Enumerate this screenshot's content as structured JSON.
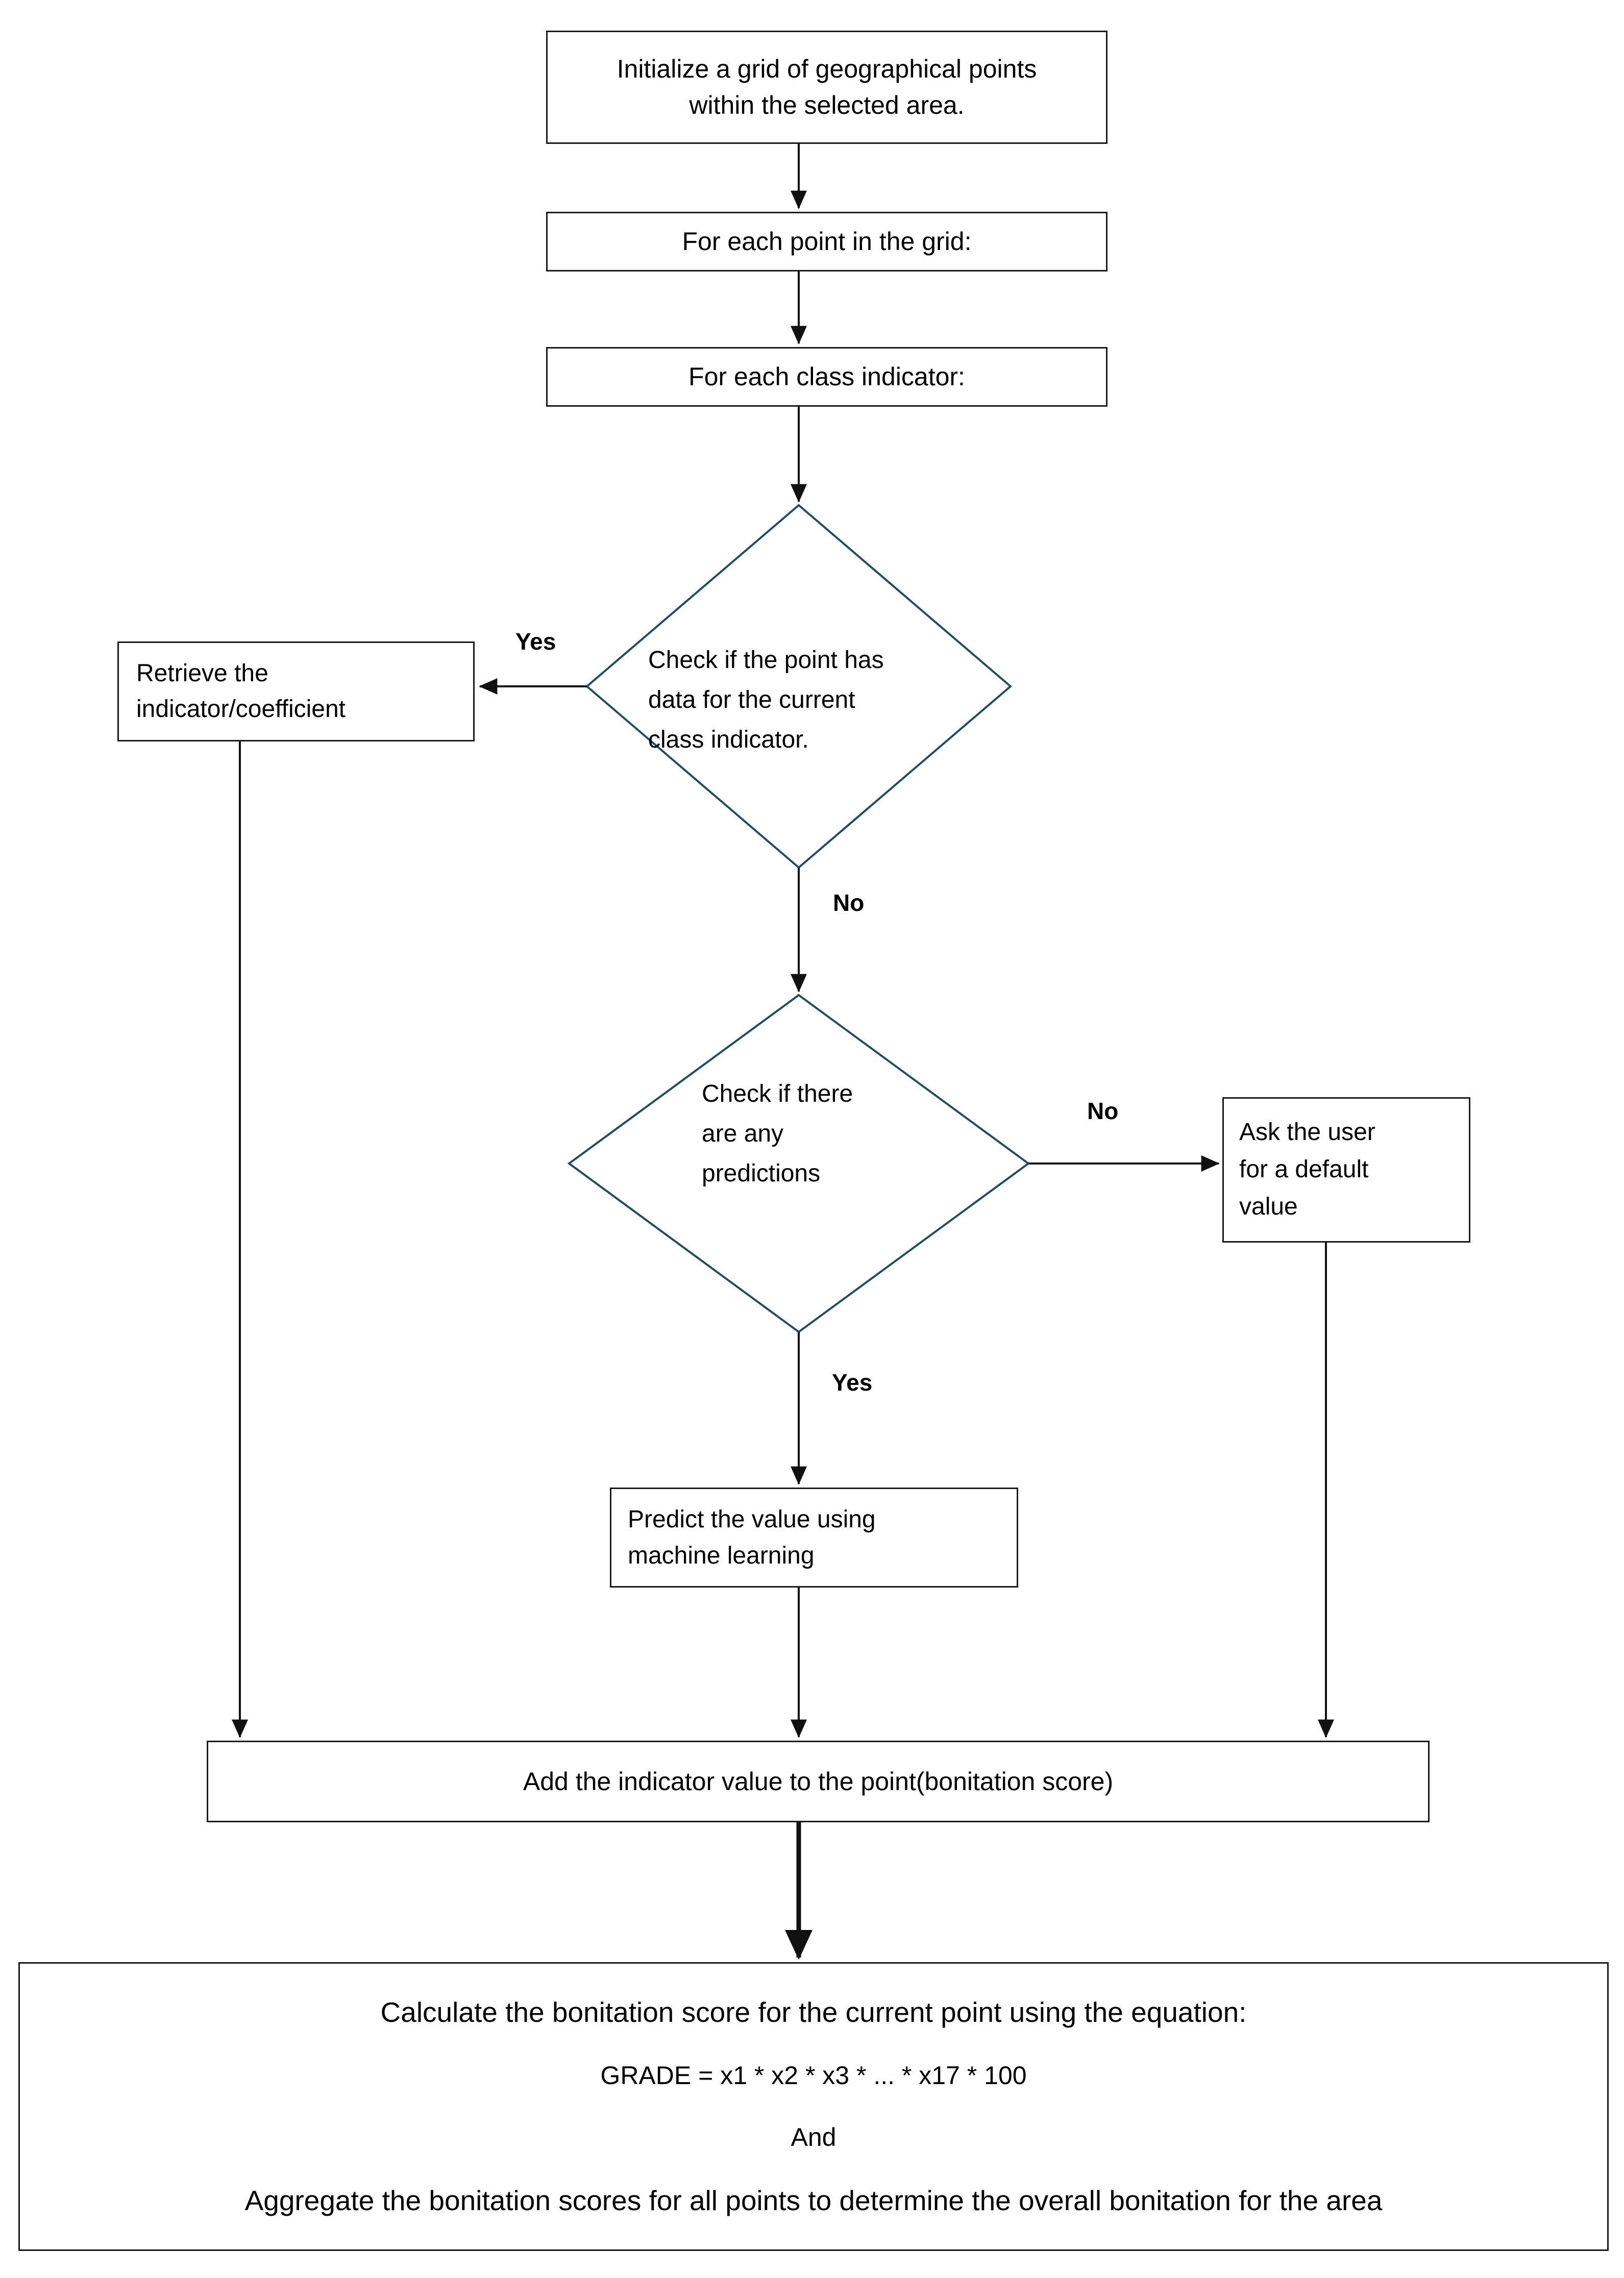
{
  "diagram": {
    "title": "Bonitation score computation flowchart",
    "colors": {
      "box_border": "#1a1a1a",
      "diamond_border": "#1f4e5e",
      "connector": "#111111",
      "background": "#ffffff",
      "text": "#000000"
    }
  },
  "nodes": {
    "initialize": {
      "shape": "process",
      "line1": "Initialize a grid of geographical points",
      "line2": "within the selected area."
    },
    "each_point": {
      "shape": "process",
      "text": "For each point in the grid:"
    },
    "each_indicator": {
      "shape": "process",
      "text": "For each class indicator:"
    },
    "check_data": {
      "shape": "decision",
      "line1": "Check if the point has",
      "line2": "data for the current",
      "line3": "class indicator."
    },
    "retrieve": {
      "shape": "process",
      "line1": "Retrieve the",
      "line2": "indicator/coefficient"
    },
    "check_predictions": {
      "shape": "decision",
      "line1": "Check if there",
      "line2": "are any",
      "line3": "predictions"
    },
    "ask_user": {
      "shape": "process",
      "line1": "Ask the user",
      "line2": "for a default",
      "line3": "value"
    },
    "predict": {
      "shape": "process",
      "line1": "Predict the value using",
      "line2": "machine learning"
    },
    "add_indicator": {
      "shape": "process",
      "text": "Add the indicator value to the point(bonitation score)"
    },
    "calculate": {
      "shape": "process",
      "heading": "Calculate the bonitation score for the current point using the equation:",
      "equation": "GRADE = x1 * x2 * x3 * ... * x17 * 100",
      "conjunction": "And",
      "tail": "Aggregate the bonitation scores for all points to determine the overall bonitation for the area"
    }
  },
  "edges": {
    "check_data_yes": "Yes",
    "check_data_no": "No",
    "check_predictions_no": "No",
    "check_predictions_yes": "Yes"
  }
}
